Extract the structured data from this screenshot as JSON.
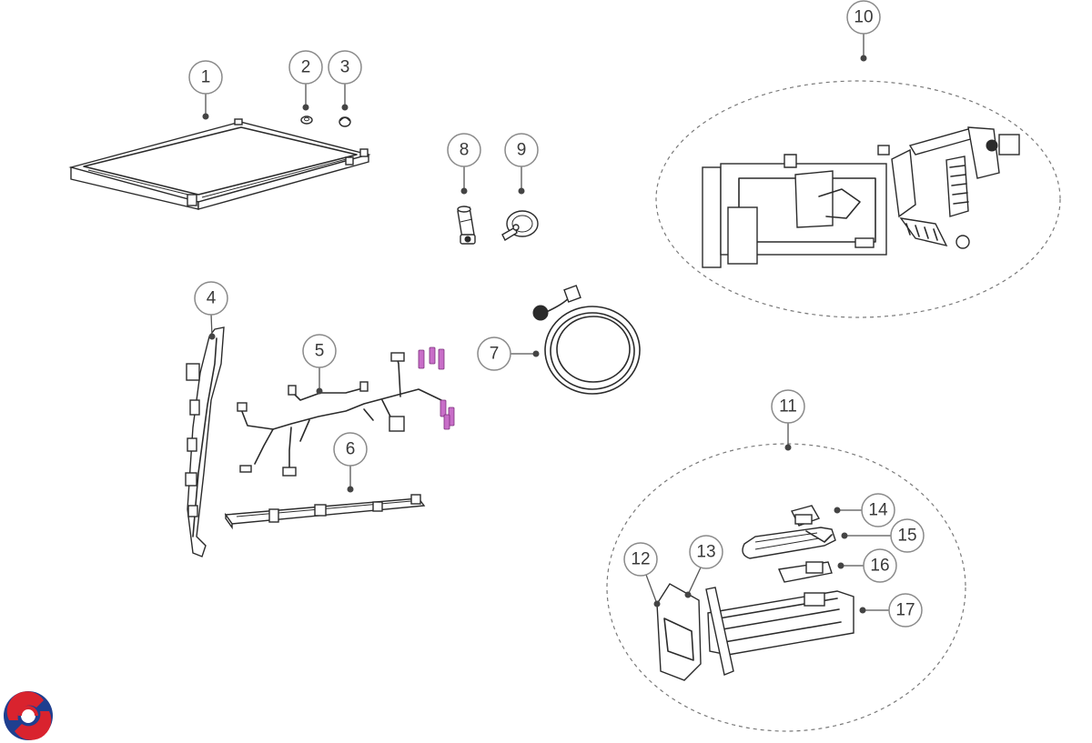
{
  "diagram": {
    "callouts": [
      {
        "id": "1",
        "label": "1"
      },
      {
        "id": "2",
        "label": "2"
      },
      {
        "id": "3",
        "label": "3"
      },
      {
        "id": "4",
        "label": "4"
      },
      {
        "id": "5",
        "label": "5"
      },
      {
        "id": "6",
        "label": "6"
      },
      {
        "id": "7",
        "label": "7"
      },
      {
        "id": "8",
        "label": "8"
      },
      {
        "id": "9",
        "label": "9"
      },
      {
        "id": "10",
        "label": "10"
      },
      {
        "id": "11",
        "label": "11"
      },
      {
        "id": "12",
        "label": "12"
      },
      {
        "id": "13",
        "label": "13"
      },
      {
        "id": "14",
        "label": "14"
      },
      {
        "id": "15",
        "label": "15"
      },
      {
        "id": "16",
        "label": "16"
      },
      {
        "id": "17",
        "label": "17"
      }
    ]
  },
  "colors": {
    "line": "#2b2b2b",
    "callout_border": "#8a8a8a",
    "connector_accent": "#c86ec8",
    "logo_red": "#d9232e",
    "logo_blue": "#1f3f8f"
  },
  "logo": {
    "icon": "brand-logo-icon"
  }
}
